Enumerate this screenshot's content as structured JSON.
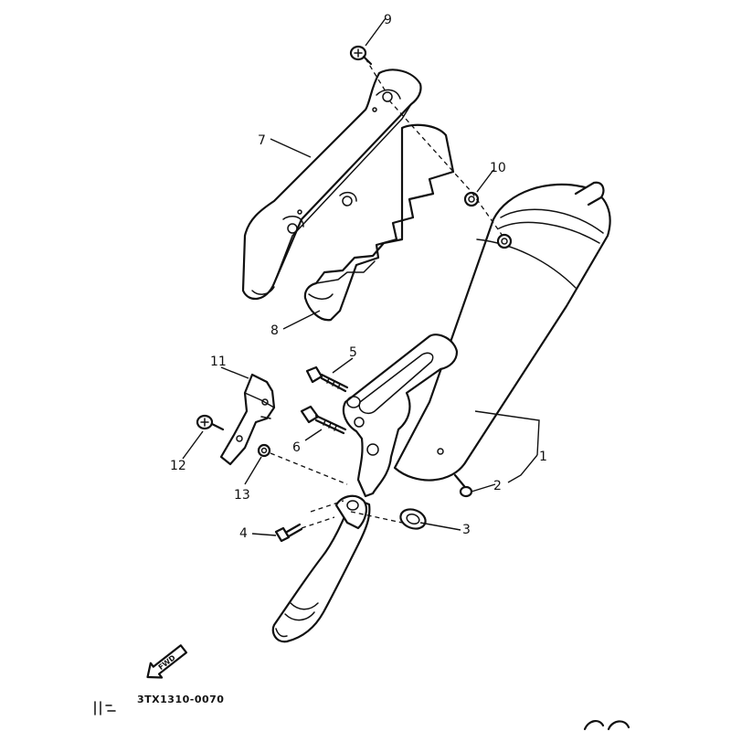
{
  "diagram": {
    "part_code": "3TX1310-0070",
    "fwd_label": "FWD",
    "callouts": [
      {
        "id": "p1",
        "label": "1"
      },
      {
        "id": "p2",
        "label": "2"
      },
      {
        "id": "p3",
        "label": "3"
      },
      {
        "id": "p4",
        "label": "4"
      },
      {
        "id": "p5",
        "label": "5"
      },
      {
        "id": "p6",
        "label": "6"
      },
      {
        "id": "p7",
        "label": "7"
      },
      {
        "id": "p8",
        "label": "8"
      },
      {
        "id": "p9",
        "label": "9"
      },
      {
        "id": "p10",
        "label": "10"
      },
      {
        "id": "p11",
        "label": "11"
      },
      {
        "id": "p12",
        "label": "12"
      },
      {
        "id": "p13",
        "label": "13"
      }
    ]
  }
}
